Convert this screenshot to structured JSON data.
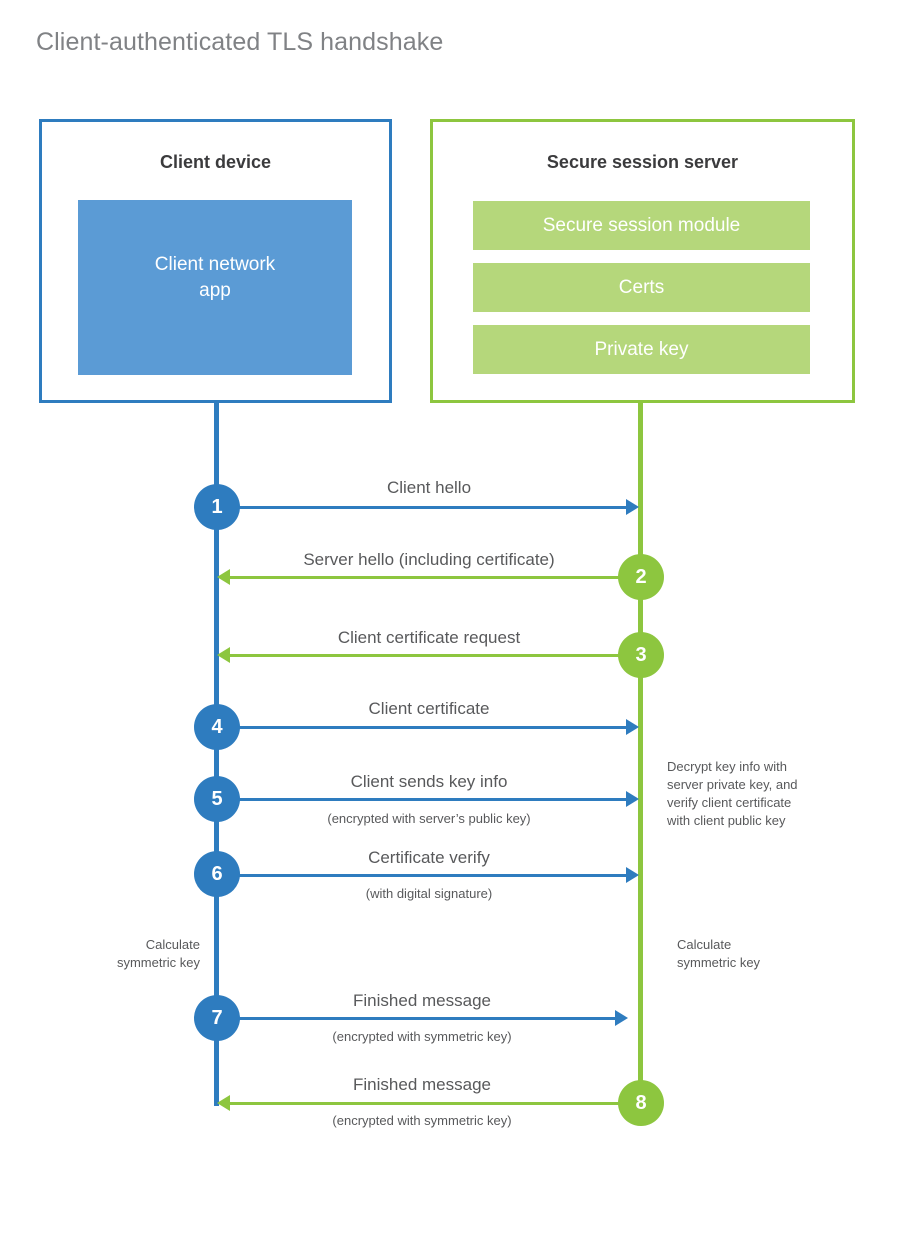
{
  "title": "Client-authenticated TLS handshake",
  "colors": {
    "client_accent": "#2E7CBF",
    "server_accent": "#8DC63F",
    "client_app_fill": "#5B9BD5",
    "server_bar_fill": "#B5D77B",
    "text": "#58595b",
    "title_text": "#808285"
  },
  "actors": {
    "client": {
      "title": "Client device",
      "component": "Client network\napp",
      "component_line1": "Client network",
      "component_line2": "app"
    },
    "server": {
      "title": "Secure session server",
      "components": [
        {
          "label": "Secure session module"
        },
        {
          "label": "Certs"
        },
        {
          "label": "Private key"
        }
      ]
    }
  },
  "messages": [
    {
      "step": "1",
      "from": "client",
      "label": "Client hello",
      "sublabel": ""
    },
    {
      "step": "2",
      "from": "server",
      "label": "Server hello (including certificate)",
      "sublabel": ""
    },
    {
      "step": "3",
      "from": "server",
      "label": "Client certificate request",
      "sublabel": ""
    },
    {
      "step": "4",
      "from": "client",
      "label": "Client certificate",
      "sublabel": ""
    },
    {
      "step": "5",
      "from": "client",
      "label": "Client sends key info",
      "sublabel": "(encrypted with server’s public key)"
    },
    {
      "step": "6",
      "from": "client",
      "label": "Certificate verify",
      "sublabel": "(with digital signature)"
    },
    {
      "step": "7",
      "from": "client",
      "label": "Finished message",
      "sublabel": "(encrypted with symmetric key)"
    },
    {
      "step": "8",
      "from": "server",
      "label": "Finished message",
      "sublabel": "(encrypted with symmetric key)"
    }
  ],
  "notes": {
    "server_decrypt": {
      "line1": "Decrypt key info with",
      "line2": "server private key, and",
      "line3": "verify client certificate",
      "line4": "with client public key"
    },
    "client_calculate": {
      "line1": "Calculate",
      "line2": "symmetric key"
    },
    "server_calculate": {
      "line1": "Calculate",
      "line2": "symmetric key"
    }
  }
}
